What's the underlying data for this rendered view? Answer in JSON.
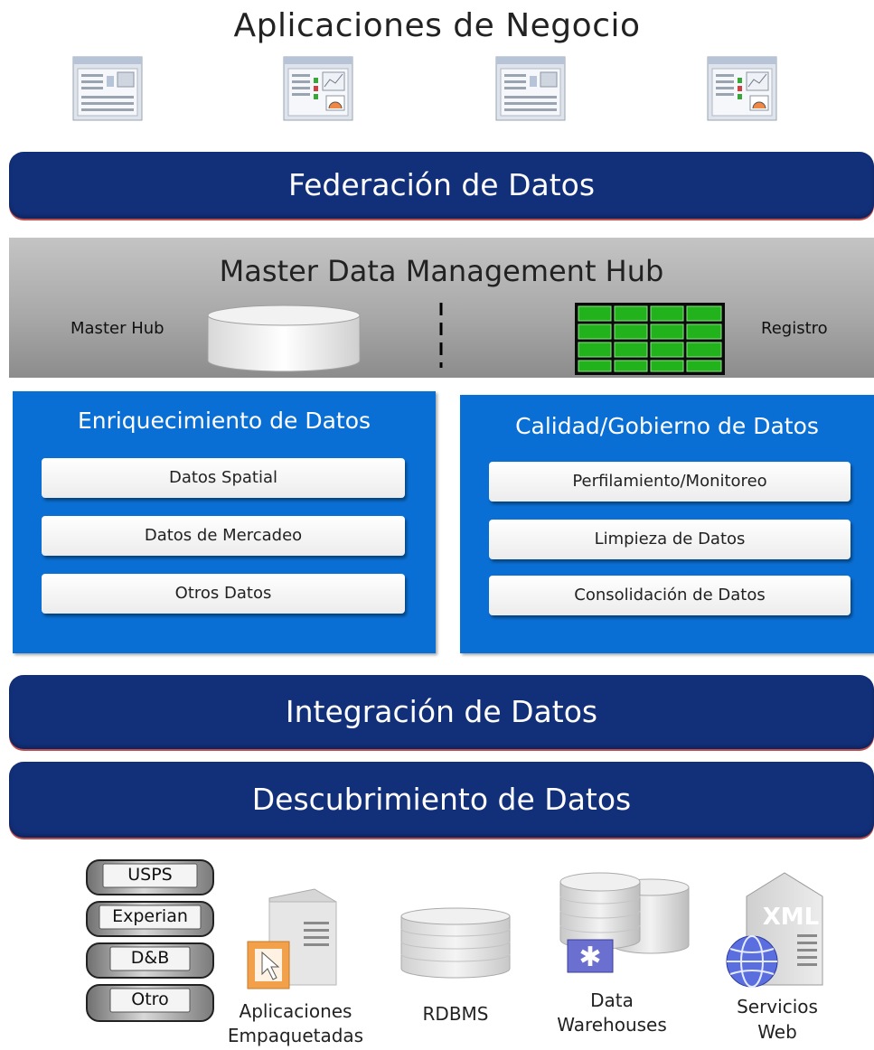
{
  "title": "Aplicaciones de Negocio",
  "bands": {
    "federacion": "Federación de Datos",
    "integracion": "Integración de Datos",
    "descubrimiento": "Descubrimiento de Datos"
  },
  "mdm": {
    "title": "Master Data Management Hub",
    "left_label": "Master Hub",
    "right_label": "Registro"
  },
  "enriquecimiento": {
    "title": "Enriquecimiento de Datos",
    "items": [
      "Datos Spatial",
      "Datos de Mercadeo",
      "Otros  Datos"
    ]
  },
  "calidad": {
    "title": "Calidad/Gobierno de Datos",
    "items": [
      "Perfilamiento/Monitoreo",
      "Limpieza  de Datos",
      "Consolidación  de Datos"
    ]
  },
  "sources": {
    "stack": [
      "USPS",
      "Experian",
      "D&B",
      "Otro"
    ],
    "empaquetadas": [
      "Aplicaciones",
      "Empaquetadas"
    ],
    "rdbms": "RDBMS",
    "warehouses": [
      "Data",
      "Warehouses"
    ],
    "servicios": [
      "Servicios",
      "Web"
    ],
    "xml": "XML"
  },
  "colors": {
    "band": "#12307a",
    "panel": "#0a6fd4",
    "grid_green": "#22b31c"
  }
}
